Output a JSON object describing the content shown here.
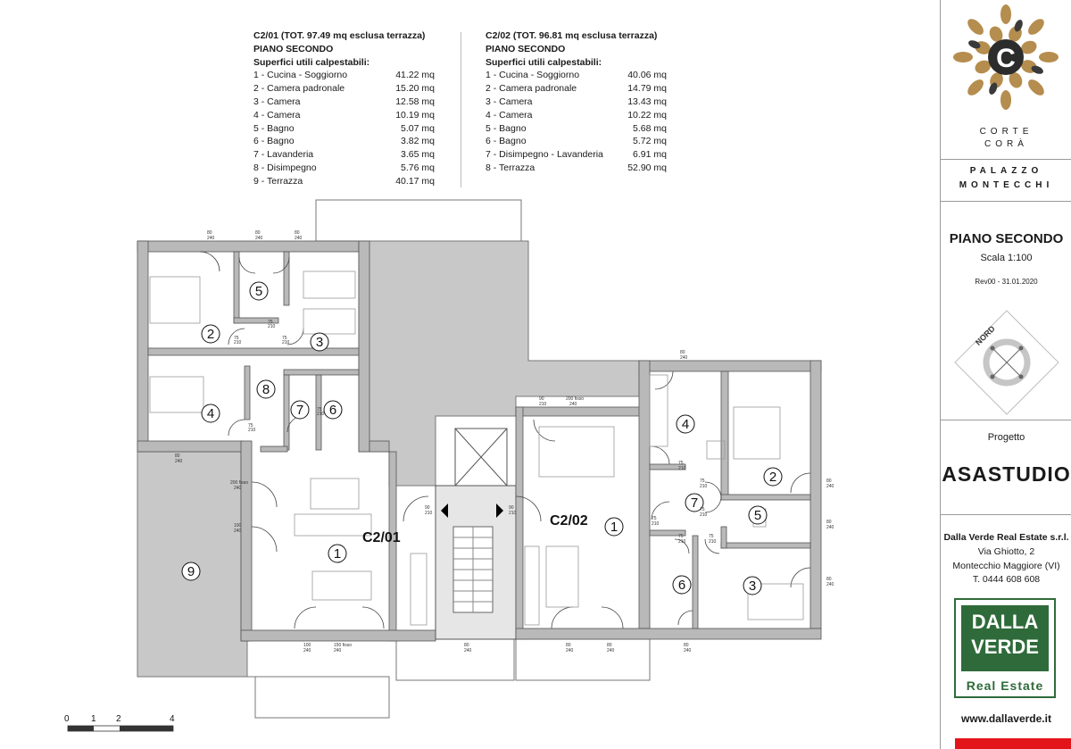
{
  "tables": {
    "left": {
      "title": "C2/01 (TOT. 97.49 mq esclusa terrazza)",
      "floor": "PIANO SECONDO",
      "subtitle": "Superfici utili calpestabili:",
      "rows": [
        {
          "name": "1 - Cucina - Soggiorno",
          "value": "41.22 mq"
        },
        {
          "name": "2 - Camera padronale",
          "value": "15.20 mq"
        },
        {
          "name": "3 - Camera",
          "value": "12.58 mq"
        },
        {
          "name": "4 - Camera",
          "value": "10.19 mq"
        },
        {
          "name": "5 - Bagno",
          "value": "5.07 mq"
        },
        {
          "name": "6 - Bagno",
          "value": "3.82 mq"
        },
        {
          "name": "7 - Lavanderia",
          "value": "3.65 mq"
        },
        {
          "name": "8 - Disimpegno",
          "value": "5.76 mq"
        },
        {
          "name": "9 - Terrazza",
          "value": "40.17 mq"
        }
      ]
    },
    "right": {
      "title": "C2/02 (TOT. 96.81 mq esclusa terrazza)",
      "floor": "PIANO SECONDO",
      "subtitle": "Superfici utili calpestabili:",
      "rows": [
        {
          "name": "1 - Cucina - Soggiorno",
          "value": "40.06 mq"
        },
        {
          "name": "2 - Camera padronale",
          "value": "14.79 mq"
        },
        {
          "name": "3 - Camera",
          "value": "13.43 mq"
        },
        {
          "name": "4 - Camera",
          "value": "10.22 mq"
        },
        {
          "name": "5 - Bagno",
          "value": "5.68 mq"
        },
        {
          "name": "6 - Bagno",
          "value": "5.72 mq"
        },
        {
          "name": "7 - Disimpegno - Lavanderia",
          "value": "6.91 mq"
        },
        {
          "name": "8 - Terrazza",
          "value": "52.90 mq"
        }
      ]
    }
  },
  "plan": {
    "unit_left": "C2/01",
    "unit_right": "C2/02",
    "rooms_left": [
      "5",
      "2",
      "3",
      "8",
      "4",
      "7",
      "6",
      "1",
      "9"
    ],
    "rooms_right": [
      "4",
      "2",
      "7",
      "5",
      "1",
      "6",
      "3"
    ],
    "door_labels": [
      "80",
      "240",
      "90",
      "210",
      "75",
      "200 fisso",
      "100",
      "150 fisso"
    ],
    "scale_ticks": [
      "0",
      "1",
      "2",
      "4"
    ]
  },
  "sidebar": {
    "brand_line1": "CORTE",
    "brand_line2": "CORÀ",
    "logo_letter": "C",
    "building_line1": "PALAZZO",
    "building_line2": "MONTECCHI",
    "sheet_title": "PIANO SECONDO",
    "scale": "Scala 1:100",
    "revision": "Rev00 - 31.01.2020",
    "north": "NORD",
    "project_label": "Progetto",
    "studio": "ASASTUDIO",
    "company": "Dalla Verde Real Estate s.r.l.",
    "address": "Via Ghiotto, 2",
    "city": "Montecchio Maggiore (VI)",
    "phone": "T. 0444 608 608",
    "logo_line1": "DALLA",
    "logo_line2": "VERDE",
    "logo_line3": "Real Estate",
    "website": "www.dallaverde.it"
  },
  "colors": {
    "wall": "#b9b9b9",
    "terrace": "#c8c8c8",
    "brand_gold": "#b58d4e",
    "logo_green": "#2f6b3a",
    "accent_red": "#e3141a"
  }
}
